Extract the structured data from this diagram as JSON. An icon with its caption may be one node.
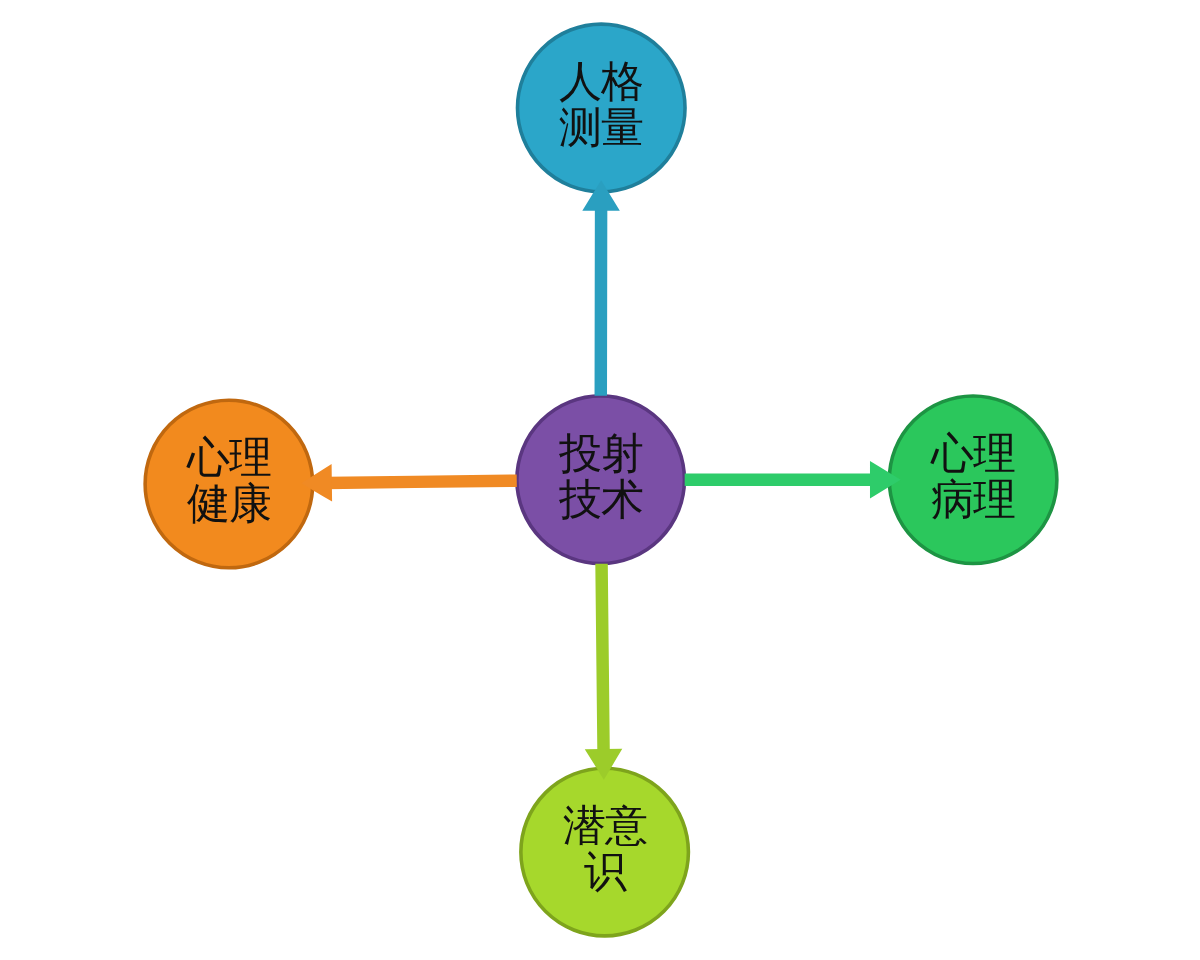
{
  "diagram": {
    "nodes": [
      {
        "text": [
          "人格测量"
        ]
      },
      {
        "text": [
          "心理健康"
        ]
      },
      {
        "text": [
          "投射技术"
        ]
      },
      {
        "text": [
          "心理病理"
        ]
      },
      {
        "text": [
          "潜意识"
        ]
      }
    ],
    "edges": [
      {
        "from": 2,
        "to": 0,
        "arrow": "to",
        "color": "#2a9fc0"
      },
      {
        "from": 2,
        "to": 1,
        "arrow": "to",
        "color": "#f08a24"
      },
      {
        "from": 2,
        "to": 3,
        "arrow": "to",
        "color": "#2ecc6a"
      },
      {
        "from": 2,
        "to": 4,
        "arrow": "to",
        "color": "#9ccc2a"
      }
    ]
  }
}
